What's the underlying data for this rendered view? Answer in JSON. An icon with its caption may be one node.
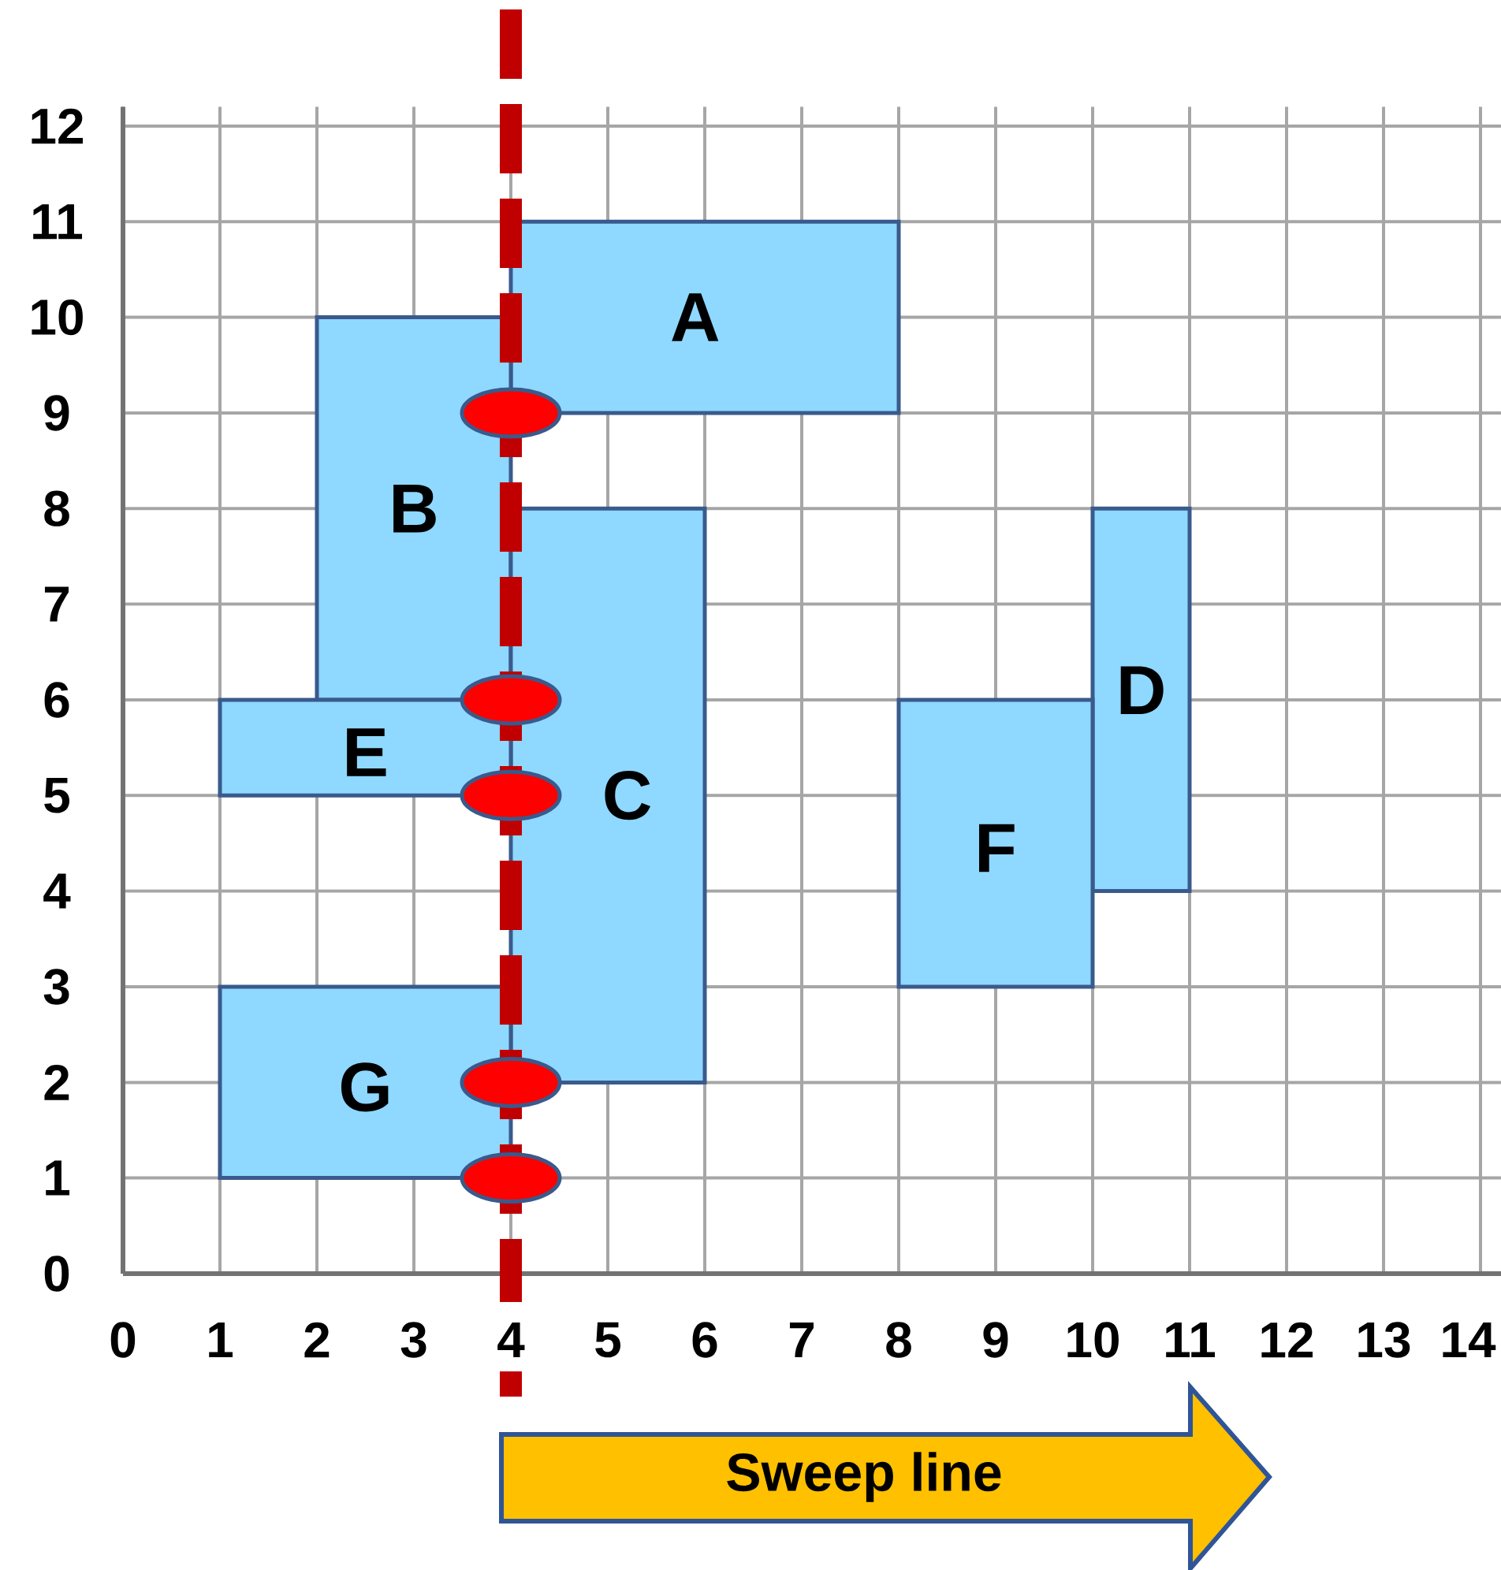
{
  "diagram": {
    "nodes": [
      {
        "text": [
          "A"
        ]
      },
      {
        "text": [
          "B"
        ]
      },
      {
        "text": [
          "C"
        ]
      },
      {
        "text": [
          "D"
        ]
      },
      {
        "text": [
          "E"
        ]
      },
      {
        "text": [
          "F"
        ]
      },
      {
        "text": [
          "G"
        ]
      },
      {
        "text": [
          "Sweep line"
        ]
      }
    ],
    "labels": [
      "12",
      "11",
      "10",
      "9",
      "8",
      "7",
      "6",
      "5",
      "4",
      "3",
      "2",
      "1",
      "0",
      "0",
      "1",
      "2",
      "3",
      "4",
      "5",
      "6",
      "7",
      "8",
      "9",
      "10",
      "11",
      "12",
      "13",
      "14"
    ]
  }
}
